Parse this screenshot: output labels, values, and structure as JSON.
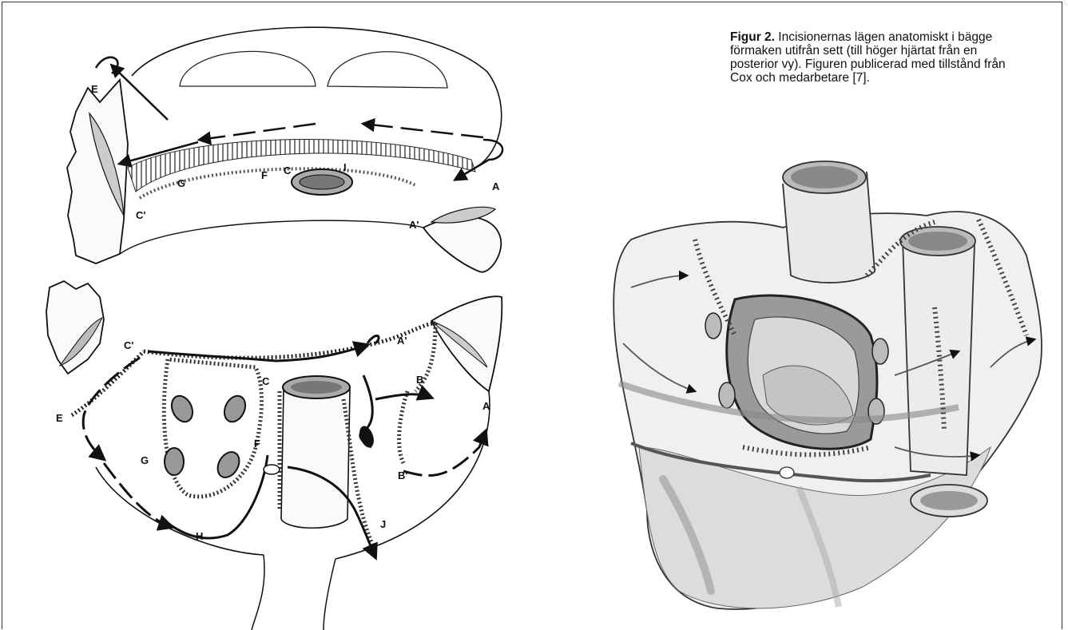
{
  "caption": {
    "title": "Figur 2.",
    "text": "Incisionernas lägen anatomiskt i bägge förmaken utifrån sett (till höger hjärtat från en posterior vy). Figuren publicerad med tillstånd från Cox och medarbetare [7]."
  },
  "labels": {
    "top": {
      "E": "E",
      "A": "A",
      "A_prime": "A'",
      "C_prime": "C'",
      "C": "C",
      "F": "F",
      "G": "G",
      "I": "I"
    },
    "bottom": {
      "C_prime": "C'",
      "A_prime": "A'",
      "B": "B",
      "A": "A",
      "C": "C",
      "E": "E",
      "F": "F",
      "G": "G",
      "H": "H",
      "J": "J",
      "B_prime": "B'"
    }
  }
}
